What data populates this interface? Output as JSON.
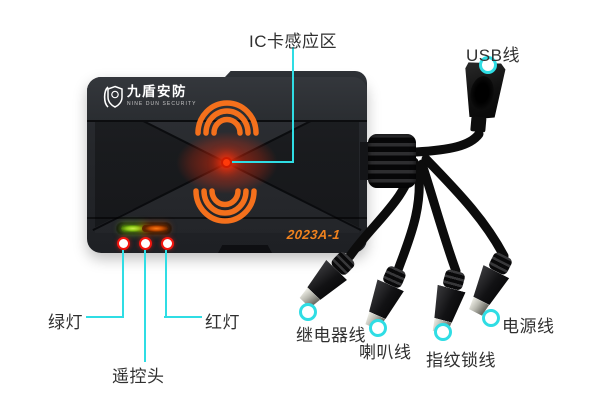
{
  "product": {
    "brand_cn": "九盾安防",
    "brand_en": "NINE DUN SECURITY",
    "model": "2023A-1"
  },
  "callouts": {
    "ic_area": {
      "label": "IC卡感应区"
    },
    "usb": {
      "label": "USB线"
    },
    "green_light": {
      "label": "绿灯"
    },
    "red_light": {
      "label": "红灯"
    },
    "remote_head": {
      "label": "遥控头"
    },
    "relay": {
      "label": "继电器线"
    },
    "speaker": {
      "label": "喇叭线"
    },
    "fingerprint_lock": {
      "label": "指纹锁线"
    },
    "power": {
      "label": "电源线"
    }
  },
  "colors": {
    "accent_cyan": "#2fdde4",
    "accent_orange": "#f4701c",
    "marker_ring_red": "#f2150e",
    "indicator_red": "#ff3a0a",
    "led_green": "#8cc818",
    "led_red_orange": "#c24a00",
    "label_text": "#303030",
    "device_body": "#24262a"
  }
}
